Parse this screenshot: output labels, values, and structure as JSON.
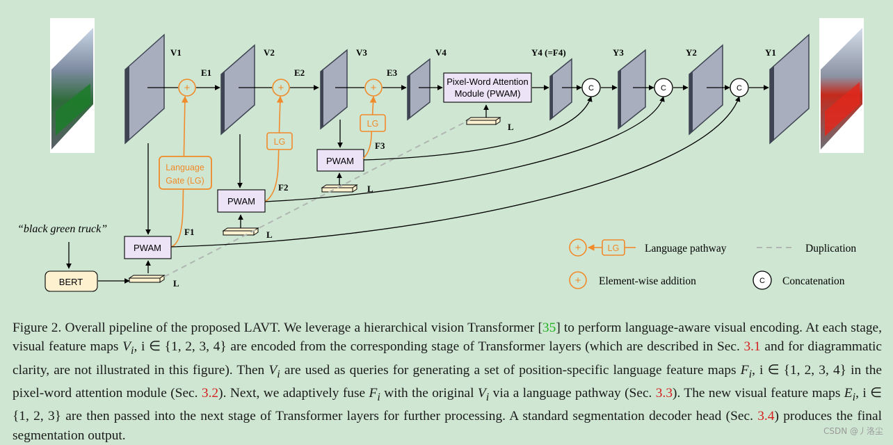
{
  "feature_labels": {
    "v1": "V1",
    "v2": "V2",
    "v3": "V3",
    "v4": "V4",
    "e1": "E1",
    "e2": "E2",
    "e3": "E3",
    "y4": "Y4 (=F4)",
    "y3": "Y3",
    "y2": "Y2",
    "y1": "Y1",
    "f1": "F1",
    "f2": "F2",
    "f3": "F3",
    "l": "L"
  },
  "boxes": {
    "pwam": "PWAM",
    "pwam_big_line1": "Pixel-Word Attention",
    "pwam_big_line2": "Module (PWAM)",
    "bert": "BERT",
    "lg": "LG",
    "gate_line1": "Language",
    "gate_line2": "Gate (LG)",
    "plus": "+",
    "concat": "C"
  },
  "input_text": "“black green truck”",
  "legend": {
    "language_pathway": "Language pathway",
    "duplication": "Duplication",
    "element_wise": "Element-wise addition",
    "concatenation": "Concatenation"
  },
  "colors": {
    "background": "#cfe7d2",
    "orange": "#f08a2a",
    "pwam_fill": "#ece3f7",
    "bert_fill": "#fdf1cf",
    "plate_fill": "#a9aebe",
    "plate_side": "#3f4452",
    "ref_red": "#d42020",
    "ref_green": "#22b022"
  },
  "caption": {
    "p1": "Figure 2.  Overall pipeline of the proposed LAVT. We leverage a hierarchical vision Transformer [",
    "ref_35": "35",
    "p2": "] to perform language-aware visual encoding. At each stage, visual feature maps ",
    "vi": "V",
    "vi_sub": "i",
    "set1": ", i ∈ {1, 2, 3, 4}",
    "p3": " are encoded from the corresponding stage of Transformer layers (which are described in Sec. ",
    "ref_31": "3.1",
    "p4": " and for diagrammatic clarity, are not illustrated in this figure).  Then ",
    "p5": " are used as queries for generating a set of position-specific language feature maps ",
    "fi": "F",
    "set2": ", i ∈ {1, 2, 3, 4}",
    "p6": " in the pixel-word attention module (Sec. ",
    "ref_32": "3.2",
    "p7": "). Next, we adaptively fuse ",
    "p8": " with the original ",
    "p9": " via a language pathway (Sec. ",
    "ref_33": "3.3",
    "p10": "). The new visual feature maps ",
    "ei": "E",
    "set3": ", i ∈ {1, 2, 3}",
    "p11": " are then passed into the next stage of Transformer layers for further processing. A standard segmentation decoder head (Sec. ",
    "ref_34": "3.4",
    "p12": ") produces the final segmentation output."
  },
  "watermark": "CSDN @丿洛尘"
}
